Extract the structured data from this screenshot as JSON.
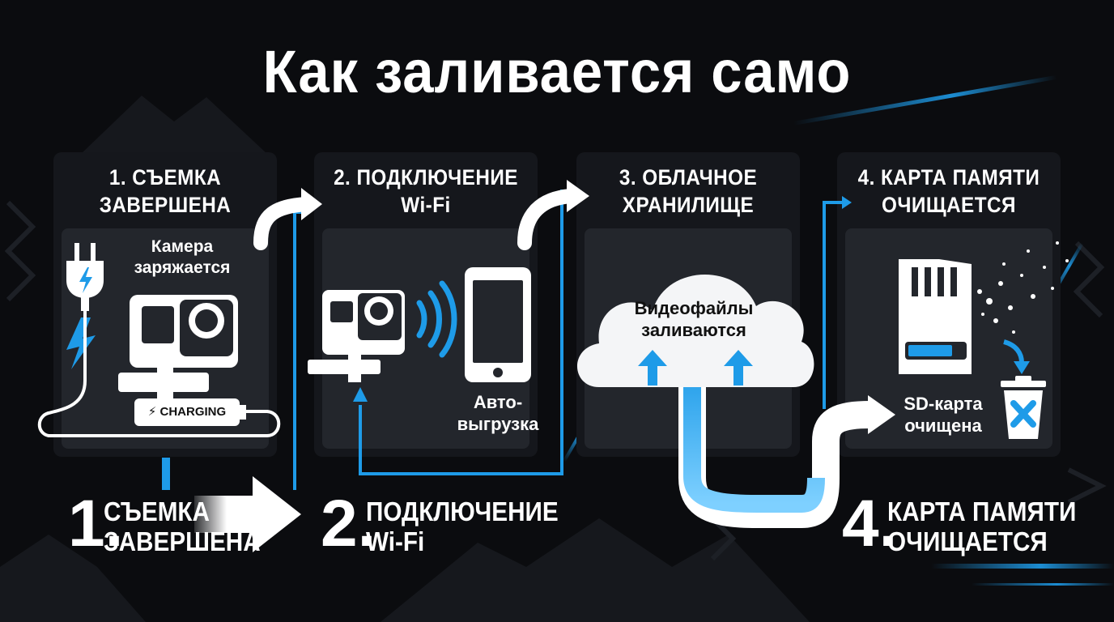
{
  "title": "Как заливается само",
  "cards": [
    {
      "heading_1": "1. СЪЕМКА",
      "heading_2": "ЗАВЕРШЕНА",
      "label_1": "Камера",
      "label_2": "заряжается",
      "badge": "CHARGING"
    },
    {
      "heading_1": "2. ПОДКЛЮЧЕНИЕ",
      "heading_2": "Wi-Fi",
      "label_1": "Авто-",
      "label_2": "выгрузка"
    },
    {
      "heading_1": "3. ОБЛАЧНОЕ",
      "heading_2": "ХРАНИЛИЩЕ",
      "label_1": "Видеофайлы",
      "label_2": "заливаются"
    },
    {
      "heading_1": "4. КАРТА ПАМЯТИ",
      "heading_2": "ОЧИЩАЕТСЯ",
      "label_1": "SD-карта",
      "label_2": "очищена"
    }
  ],
  "bottom_steps": [
    {
      "num": "1.",
      "line_1": "СЪЕМКА",
      "line_2": "ЗАВЕРШЕНА"
    },
    {
      "num": "2.",
      "line_1": "ПОДКЛЮЧЕНИЕ",
      "line_2": "Wi-Fi"
    },
    {
      "num": "4.",
      "line_1": "КАРТА ПАМЯТИ",
      "line_2": "ОЧИЩАЕТСЯ"
    }
  ],
  "colors": {
    "accent": "#1e9be8",
    "background": "#0b0c0f",
    "card": "#15171c",
    "panel": "#23262c"
  },
  "icons": [
    "plug-icon",
    "lightning-icon",
    "action-camera-icon",
    "wifi-signal-icon",
    "smartphone-icon",
    "cloud-icon",
    "upload-arrow-icon",
    "sd-card-icon",
    "trash-icon"
  ]
}
